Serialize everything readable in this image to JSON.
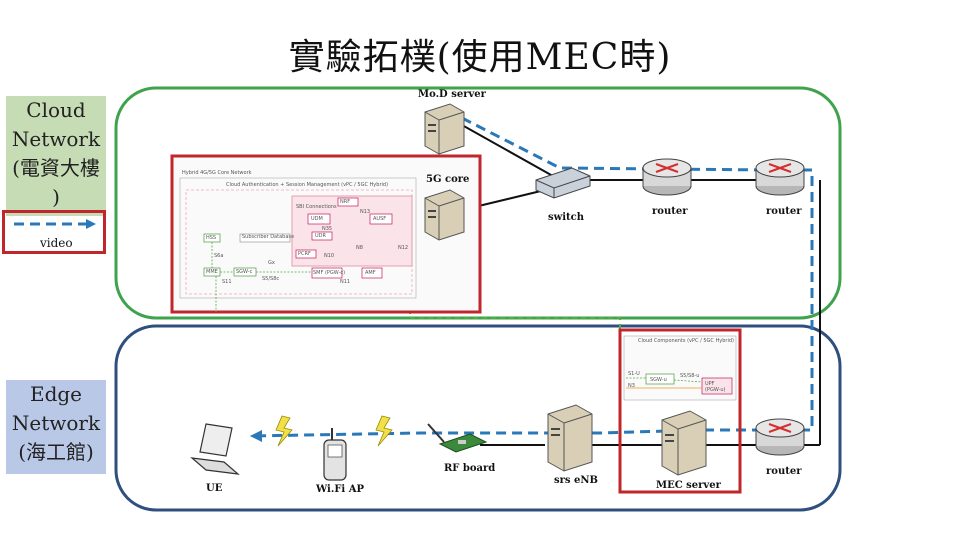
{
  "title": "實驗拓樸(使用MEC時)",
  "zones": {
    "cloud": "Cloud Network (電資大樓 )",
    "edge": "Edge Network (海工館)"
  },
  "legend": {
    "video": "video"
  },
  "nodes": {
    "mod_server": "Mo.D server",
    "core_5g": "5G core",
    "switch": "switch",
    "router1": "router",
    "router2": "router",
    "router3": "router",
    "rf_board": "RF board",
    "enb": "srs eNB",
    "mec": "MEC server",
    "ue": "UE",
    "wifi": "Wi.Fi AP"
  },
  "core_diagram": {
    "header": "Hybrid 4G/5G Core Network",
    "auth": "Cloud Authentication + Session Management (vPC / 5GC Hybrid)",
    "sbi": "SBI Connections",
    "subscriber_db": "Subscriber Database",
    "boxes": [
      "NRF",
      "UDM",
      "AUSF",
      "UDR",
      "PCRF",
      "SMF (PGW-c)",
      "AMF",
      "HSS",
      "MME",
      "SGW-c"
    ],
    "links": [
      "N13",
      "N35",
      "N8",
      "N12",
      "N10",
      "N11",
      "S6a",
      "Gx",
      "S11",
      "S5/S8c"
    ]
  },
  "mec_diagram": {
    "header": "Cloud Components (vPC / 5GC Hybrid)",
    "boxes": [
      "SGW-u",
      "UPF (PGW-u)"
    ],
    "links": [
      "S1-U",
      "N3",
      "S5/S8-u"
    ]
  }
}
